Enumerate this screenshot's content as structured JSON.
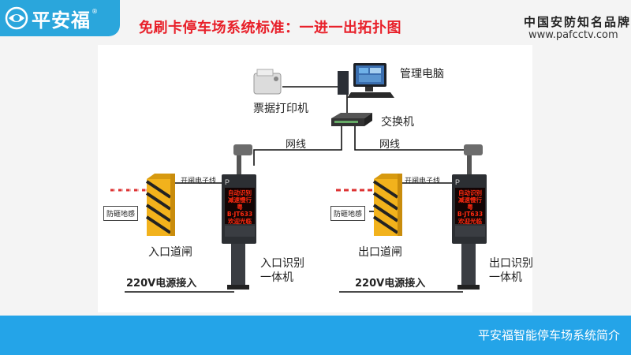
{
  "header": {
    "logo_text": "平安福",
    "logo_reg": "®",
    "headline": "免刷卡停车场系统标准：一进一出拓扑图",
    "brand": "中国安防知名品牌",
    "site": "www.pafcctv.com"
  },
  "diagram": {
    "management_pc": "管理电脑",
    "ticket_printer": "票据打印机",
    "switch": "交换机",
    "network_left": "网线",
    "network_right": "网线",
    "entrance": {
      "gate_wire": "开闸电子线",
      "sensor": "防砸地感",
      "gate": "入口道闸",
      "power": "220V电源接入",
      "terminal_line1": "入口识别",
      "terminal_line2": "一体机",
      "led_lines": [
        "自动识别",
        "减速慢行",
        "粤B·JT633",
        "欢迎光临"
      ]
    },
    "exit": {
      "gate_wire": "开闸电子线",
      "sensor": "防砸地感",
      "gate": "出口道闸",
      "power": "220V电源接入",
      "terminal_line1": "出口识别",
      "terminal_line2": "一体机",
      "led_lines": [
        "自动识别",
        "减速慢行",
        "粤B·JT633",
        "欢迎光临"
      ]
    }
  },
  "footer": {
    "title": "平安福智能停车场系统简介"
  },
  "colors": {
    "accent": "#24a4e8",
    "headline": "#e8202a",
    "led": "#ff2a10"
  }
}
